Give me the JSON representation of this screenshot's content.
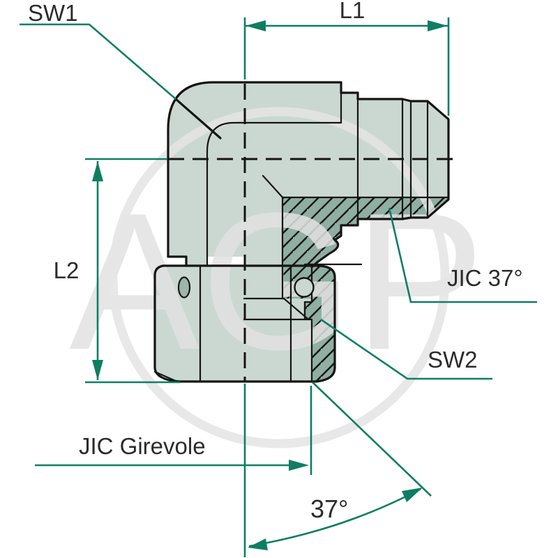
{
  "drawing": {
    "labels": {
      "sw1": "SW1",
      "l1": "L1",
      "l2": "L2",
      "jic37": "JIC 37°",
      "sw2": "SW2",
      "jic_girevole": "JIC Girevole",
      "angle": "37°"
    },
    "watermark": "AGP",
    "colors": {
      "background": "#ffffff",
      "dimension_teal": "#0e7e63",
      "outline_black": "#151515",
      "body_fill": "#cbd8d2",
      "hatch_fill": "#8fafa3",
      "watermark_gray": "#e2e2e2",
      "label_text": "#2b2b2b"
    }
  }
}
